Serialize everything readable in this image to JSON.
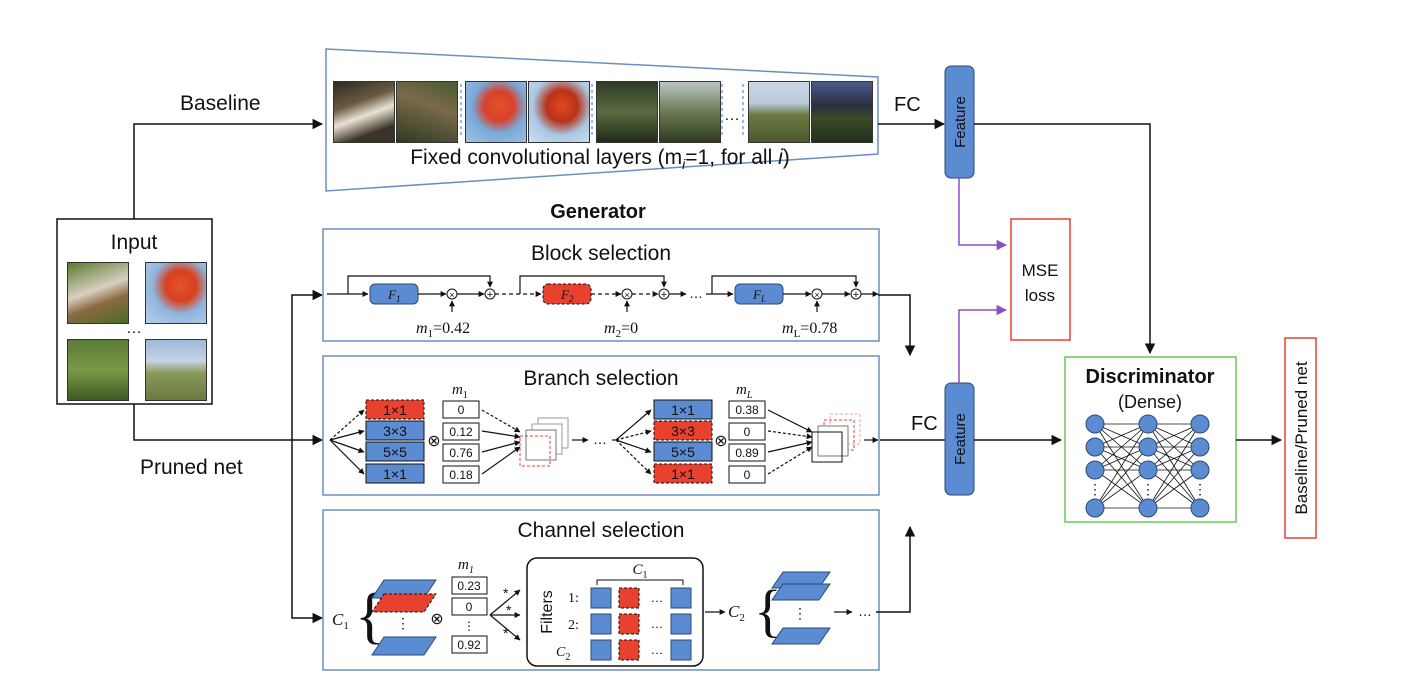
{
  "colors": {
    "blue": "#5b8bd0",
    "red": "#e8412f",
    "green": "#66cc55",
    "purple": "#8a4fc8",
    "frameBlue": "#6b8fbf"
  },
  "labels": {
    "baseline": "Baseline",
    "pruned_net": "Pruned net",
    "input": "Input",
    "fc": "FC",
    "feature": "Feature",
    "fixed_layers": "Fixed convolutional layers (m",
    "fixed_layers_sub": "i",
    "fixed_layers_tail": "=1, for all ",
    "fixed_layers_i": "i",
    "fixed_layers_close": ")",
    "generator": "Generator",
    "block_selection": "Block selection",
    "branch_selection": "Branch selection",
    "channel_selection": "Channel selection",
    "mse": "MSE",
    "loss": "loss",
    "discriminator": "Discriminator",
    "dense": "(Dense)",
    "output": "Baseline/Pruned net",
    "filters": "Filters",
    "ellipsis": "…"
  },
  "block": {
    "f1": "F",
    "f1_sub": "1",
    "f2": "F",
    "f2_sub": "2",
    "fl": "F",
    "fl_sub": "L",
    "m1": "m",
    "m1_sub": "1",
    "m1_val": "=0.42",
    "m2": "m",
    "m2_sub": "2",
    "m2_val": "=0",
    "ml": "m",
    "ml_sub": "L",
    "ml_val": "=0.78"
  },
  "branch": {
    "left_kernels": [
      "1×1",
      "3×3",
      "5×5",
      "1×1"
    ],
    "left_values": [
      "0",
      "0.12",
      "0.76",
      "0.18"
    ],
    "left_m": "m",
    "left_m_sub": "1",
    "right_kernels": [
      "1×1",
      "3×3",
      "5×5",
      "1×1"
    ],
    "right_values": [
      "0.38",
      "0",
      "0.89",
      "0"
    ],
    "right_m": "m",
    "right_m_sub": "L"
  },
  "channel": {
    "c1": "C",
    "c1_sub": "1",
    "c2": "C",
    "c2_sub": "2",
    "m": "m",
    "m_sub": "1",
    "values": [
      "0.23",
      "0",
      "⋮",
      "0.92"
    ],
    "filter_rows": [
      "1:",
      "2:",
      "C"
    ],
    "filter_row3_sub": "2",
    "filter_header": "C",
    "filter_header_sub": "1"
  }
}
